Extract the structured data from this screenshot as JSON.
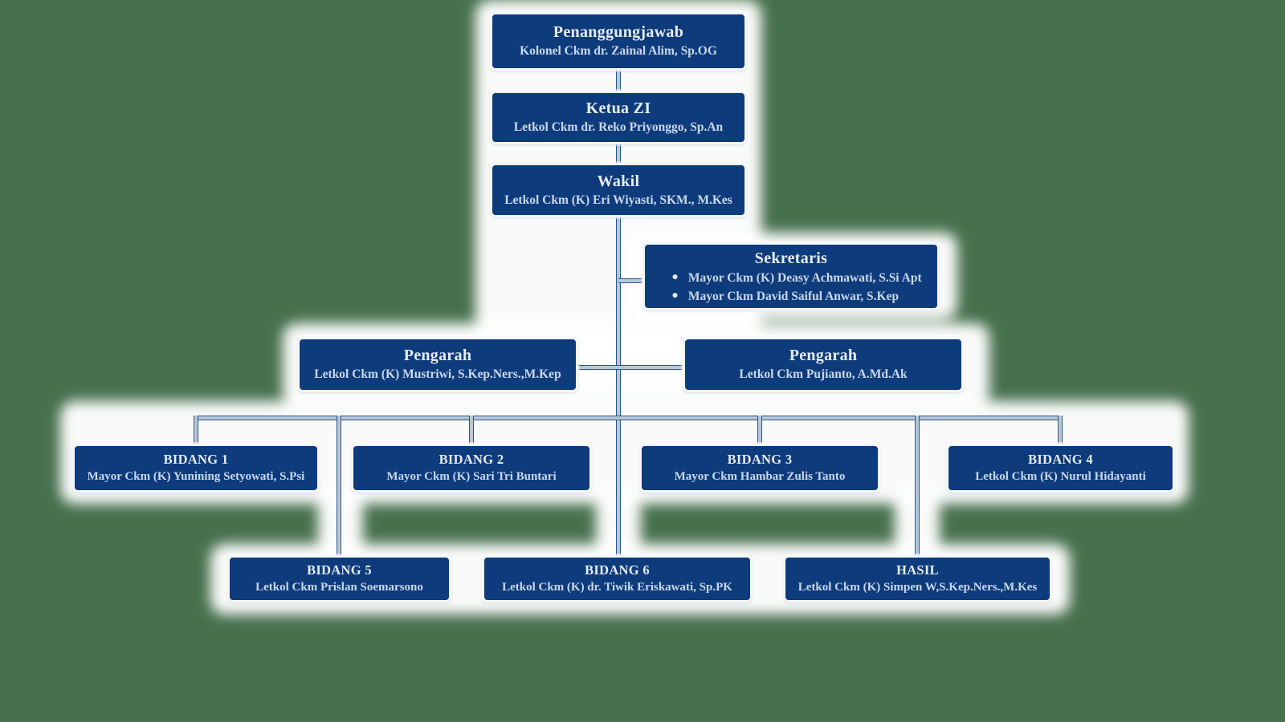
{
  "page": {
    "background_color": "#47714d",
    "description": "Organization structure chart (Zona Integritas)"
  },
  "palette": {
    "box_fill": "#0e3b7c",
    "box_border": "#f5f8fb",
    "title_color": "#e7edf5",
    "subtitle_color": "#c9d8ec",
    "connector_core": "#b7c7da",
    "connector_edge": "#2e567f",
    "halo_color": "#ffffff"
  },
  "nodes": [
    {
      "id": "penanggungjawab",
      "title": "Penanggungjawab",
      "subtitle": "Kolonel Ckm dr. Zainal Alim, Sp.OG"
    },
    {
      "id": "ketua-zi",
      "title": "Ketua ZI",
      "subtitle": "Letkol Ckm dr. Reko Priyonggo, Sp.An"
    },
    {
      "id": "wakil",
      "title": "Wakil",
      "subtitle": "Letkol Ckm (K) Eri Wiyasti, SKM., M.Kes"
    },
    {
      "id": "sekretaris",
      "title": "Sekretaris",
      "members": [
        "Mayor Ckm (K) Deasy Achmawati, S.Si Apt",
        "Mayor Ckm David Saiful Anwar, S.Kep"
      ],
      "bullet_glyph": "●"
    },
    {
      "id": "pengarah-1",
      "title": "Pengarah",
      "subtitle": "Letkol Ckm (K) Mustriwi, S.Kep.Ners.,M.Kep"
    },
    {
      "id": "pengarah-2",
      "title": "Pengarah",
      "subtitle": "Letkol Ckm Pujianto, A.Md.Ak"
    },
    {
      "id": "bidang-1",
      "title": "BIDANG 1",
      "subtitle": "Mayor Ckm (K) Yunining Setyowati, S.Psi"
    },
    {
      "id": "bidang-2",
      "title": "BIDANG 2",
      "subtitle": "Mayor Ckm (K) Sari Tri Buntari"
    },
    {
      "id": "bidang-3",
      "title": "BIDANG 3",
      "subtitle": "Mayor Ckm Hambar Zulis Tanto"
    },
    {
      "id": "bidang-4",
      "title": "BIDANG 4",
      "subtitle": "Letkol Ckm (K) Nurul Hidayanti"
    },
    {
      "id": "bidang-5",
      "title": "BIDANG 5",
      "subtitle": "Letkol Ckm Prislan Soemarsono"
    },
    {
      "id": "bidang-6",
      "title": "BIDANG 6",
      "subtitle": "Letkol Ckm (K) dr. Tiwik Eriskawati, Sp.PK"
    },
    {
      "id": "hasil",
      "title": "HASIL",
      "subtitle": "Letkol Ckm (K) Simpen W,S.Kep.Ners.,M.Kes"
    }
  ]
}
